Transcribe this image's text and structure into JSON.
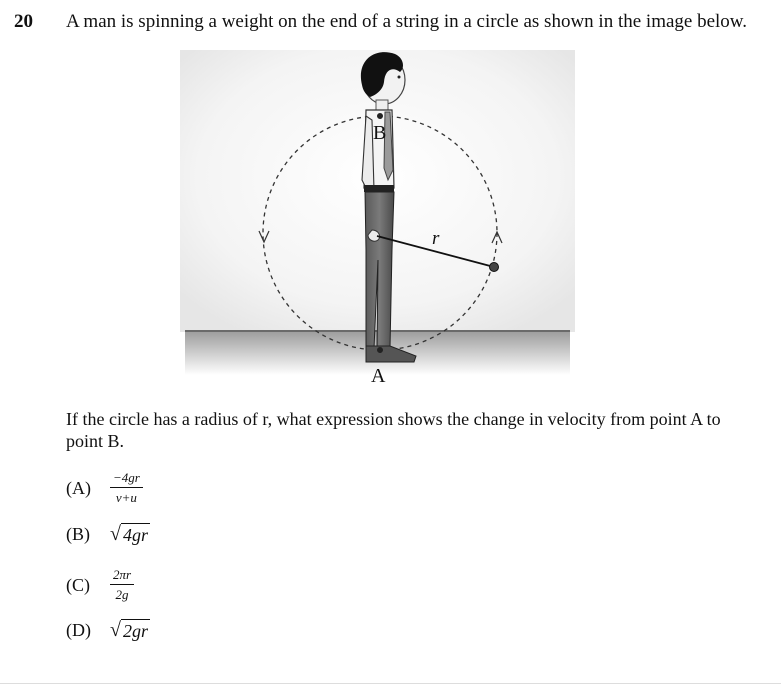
{
  "question": {
    "number": "20",
    "text": "A man is spinning a weight on the end of a string in a circle as shown in the image below.",
    "followup": "If the circle has a radius of r, what expression shows the change in velocity from point A to point B."
  },
  "figure": {
    "label_top": "B",
    "label_bottom": "A",
    "radius_label": "r"
  },
  "options": [
    {
      "label": "(A)",
      "numerator": "−4gr",
      "denominator": "v+u"
    },
    {
      "label": "(B)",
      "radicand": "4gr"
    },
    {
      "label": "(C)",
      "numerator": "2πr",
      "denominator": "2g"
    },
    {
      "label": "(D)",
      "radicand": "2gr"
    }
  ]
}
